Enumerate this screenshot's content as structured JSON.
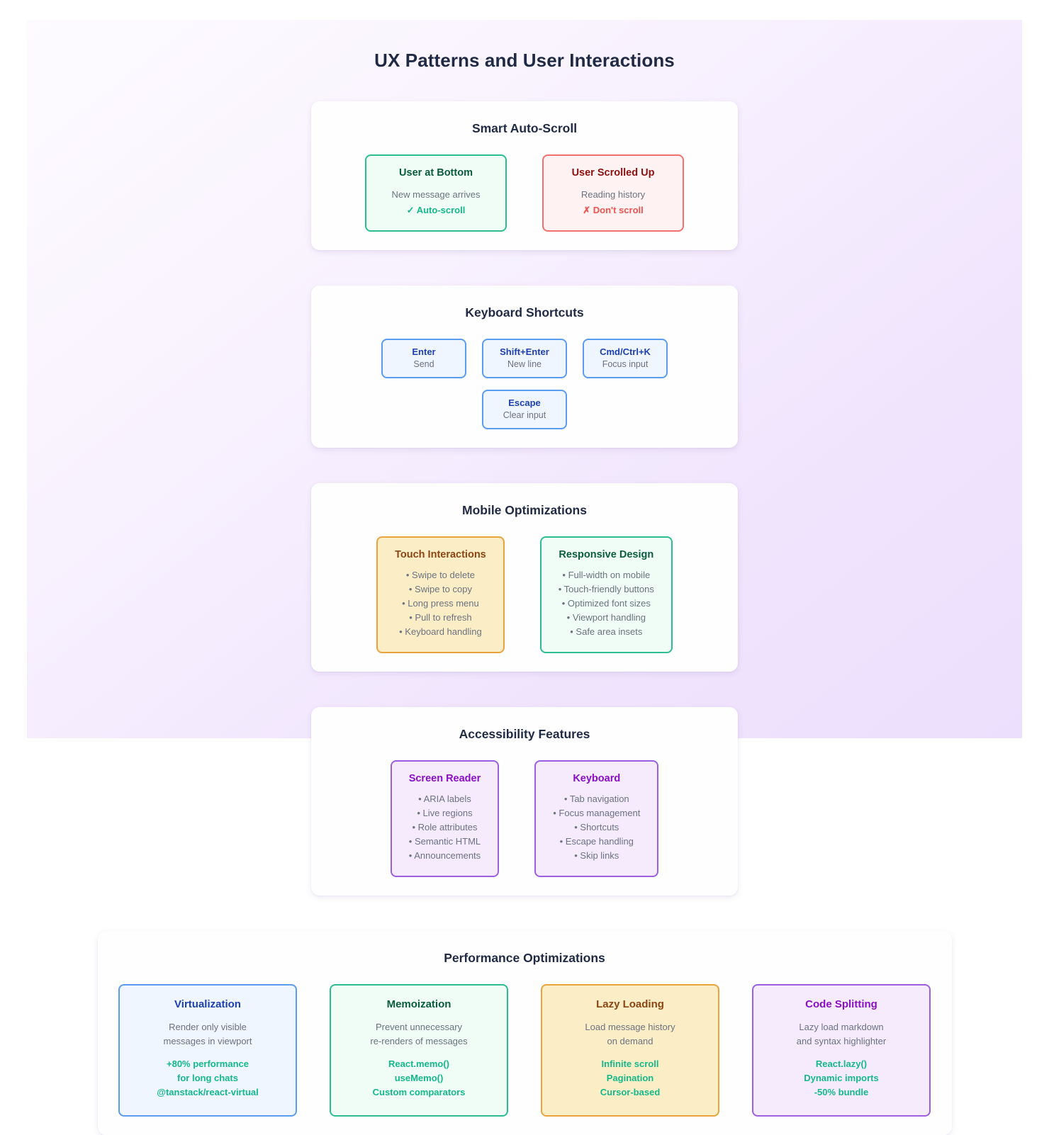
{
  "page": {
    "title": "UX Patterns and User Interactions"
  },
  "colors": {
    "green": "#2ebd91",
    "red": "#f2706e",
    "amber": "#e8a33d",
    "purple": "#9b5fe0",
    "blue": "#5a9cf0",
    "accent_green": "#14b88a",
    "background": "#ecdffd"
  },
  "panels": {
    "auto_scroll": {
      "title": "Smart Auto-Scroll",
      "states": [
        {
          "title": "User at Bottom",
          "condition": "New message arrives",
          "result": "✓ Auto-scroll"
        },
        {
          "title": "User Scrolled Up",
          "condition": "Reading history",
          "result": "✗ Don't scroll"
        }
      ]
    },
    "keyboard_shortcuts": {
      "title": "Keyboard Shortcuts",
      "shortcuts": [
        {
          "combo": "Enter",
          "desc": "Send"
        },
        {
          "combo": "Shift+Enter",
          "desc": "New line"
        },
        {
          "combo": "Cmd/Ctrl+K",
          "desc": "Focus input"
        },
        {
          "combo": "Escape",
          "desc": "Clear input"
        }
      ]
    },
    "mobile": {
      "title": "Mobile Optimizations",
      "groups": [
        {
          "title": "Touch Interactions",
          "items": [
            "• Swipe to delete",
            "• Swipe to copy",
            "• Long press menu",
            "• Pull to refresh",
            "• Keyboard handling"
          ]
        },
        {
          "title": "Responsive Design",
          "items": [
            "• Full-width on mobile",
            "• Touch-friendly buttons",
            "• Optimized font sizes",
            "• Viewport handling",
            "• Safe area insets"
          ]
        }
      ]
    },
    "accessibility": {
      "title": "Accessibility Features",
      "groups": [
        {
          "title": "Screen Reader",
          "items": [
            "• ARIA labels",
            "• Live regions",
            "• Role attributes",
            "• Semantic HTML",
            "• Announcements"
          ]
        },
        {
          "title": "Keyboard",
          "items": [
            "• Tab navigation",
            "• Focus management",
            "• Shortcuts",
            "• Escape handling",
            "• Skip links"
          ]
        }
      ]
    },
    "performance": {
      "title": "Performance Optimizations",
      "techniques": [
        {
          "title": "Virtualization",
          "desc_line1": "Render only visible",
          "desc_line2": "messages in viewport",
          "detail_line1": "+80% performance",
          "detail_line2": "for long chats",
          "detail_line3": "@tanstack/react-virtual"
        },
        {
          "title": "Memoization",
          "desc_line1": "Prevent unnecessary",
          "desc_line2": "re-renders of messages",
          "detail_line1": "React.memo()",
          "detail_line2": "useMemo()",
          "detail_line3": "Custom comparators"
        },
        {
          "title": "Lazy Loading",
          "desc_line1": "Load message history",
          "desc_line2": "on demand",
          "detail_line1": "Infinite scroll",
          "detail_line2": "Pagination",
          "detail_line3": "Cursor-based"
        },
        {
          "title": "Code Splitting",
          "desc_line1": "Lazy load markdown",
          "desc_line2": "and syntax highlighter",
          "detail_line1": "React.lazy()",
          "detail_line2": "Dynamic imports",
          "detail_line3": "-50% bundle"
        }
      ]
    }
  }
}
